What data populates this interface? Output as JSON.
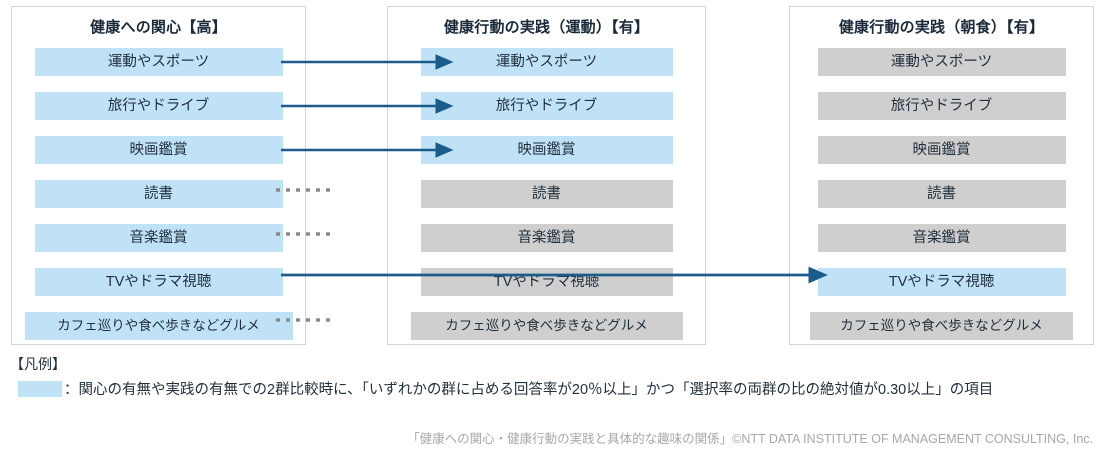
{
  "columns": [
    {
      "id": "interest-high",
      "title": "健康への関心【高】",
      "items": [
        {
          "label": "運動やスポーツ",
          "state": "highlight"
        },
        {
          "label": "旅行やドライブ",
          "state": "highlight"
        },
        {
          "label": "映画鑑賞",
          "state": "highlight"
        },
        {
          "label": "読書",
          "state": "highlight"
        },
        {
          "label": "音楽鑑賞",
          "state": "highlight"
        },
        {
          "label": "TVやドラマ視聴",
          "state": "highlight"
        },
        {
          "label": "カフェ巡りや食べ歩きなどグルメ",
          "state": "highlight"
        }
      ]
    },
    {
      "id": "practice-exercise",
      "title": "健康行動の実践（運動）【有】",
      "items": [
        {
          "label": "運動やスポーツ",
          "state": "highlight"
        },
        {
          "label": "旅行やドライブ",
          "state": "highlight"
        },
        {
          "label": "映画鑑賞",
          "state": "highlight"
        },
        {
          "label": "読書",
          "state": "dim"
        },
        {
          "label": "音楽鑑賞",
          "state": "dim"
        },
        {
          "label": "TVやドラマ視聴",
          "state": "dim"
        },
        {
          "label": "カフェ巡りや食べ歩きなどグルメ",
          "state": "dim"
        }
      ]
    },
    {
      "id": "practice-breakfast",
      "title": "健康行動の実践（朝食）【有】",
      "items": [
        {
          "label": "運動やスポーツ",
          "state": "dim"
        },
        {
          "label": "旅行やドライブ",
          "state": "dim"
        },
        {
          "label": "映画鑑賞",
          "state": "dim"
        },
        {
          "label": "読書",
          "state": "dim"
        },
        {
          "label": "音楽鑑賞",
          "state": "dim"
        },
        {
          "label": "TVやドラマ視聴",
          "state": "highlight"
        },
        {
          "label": "カフェ巡りや食べ歩きなどグルメ",
          "state": "dim"
        }
      ]
    }
  ],
  "legend": {
    "heading": "【凡例】",
    "description": "：関心の有無や実践の有無での2群比較時に、「いずれかの群に占める回答率が20％以上」かつ「選択率の両群の比の絶対値が0.30以上」の項目",
    "swatch_color": "#bfe2f7"
  },
  "footer": {
    "credit": "「健康への関心・健康行動の実践と具体的な趣味の関係」©NTT DATA INSTITUTE OF MANAGEMENT CONSULTING, Inc."
  },
  "colors": {
    "highlight": "#bfe2f7",
    "dim": "#cfcfcf",
    "arrow": "#1b5c8a",
    "dotted": "#8a8a8a",
    "panel_border": "#d4d4d4",
    "text": "#22303d",
    "footer_text": "#a8a8a8"
  }
}
